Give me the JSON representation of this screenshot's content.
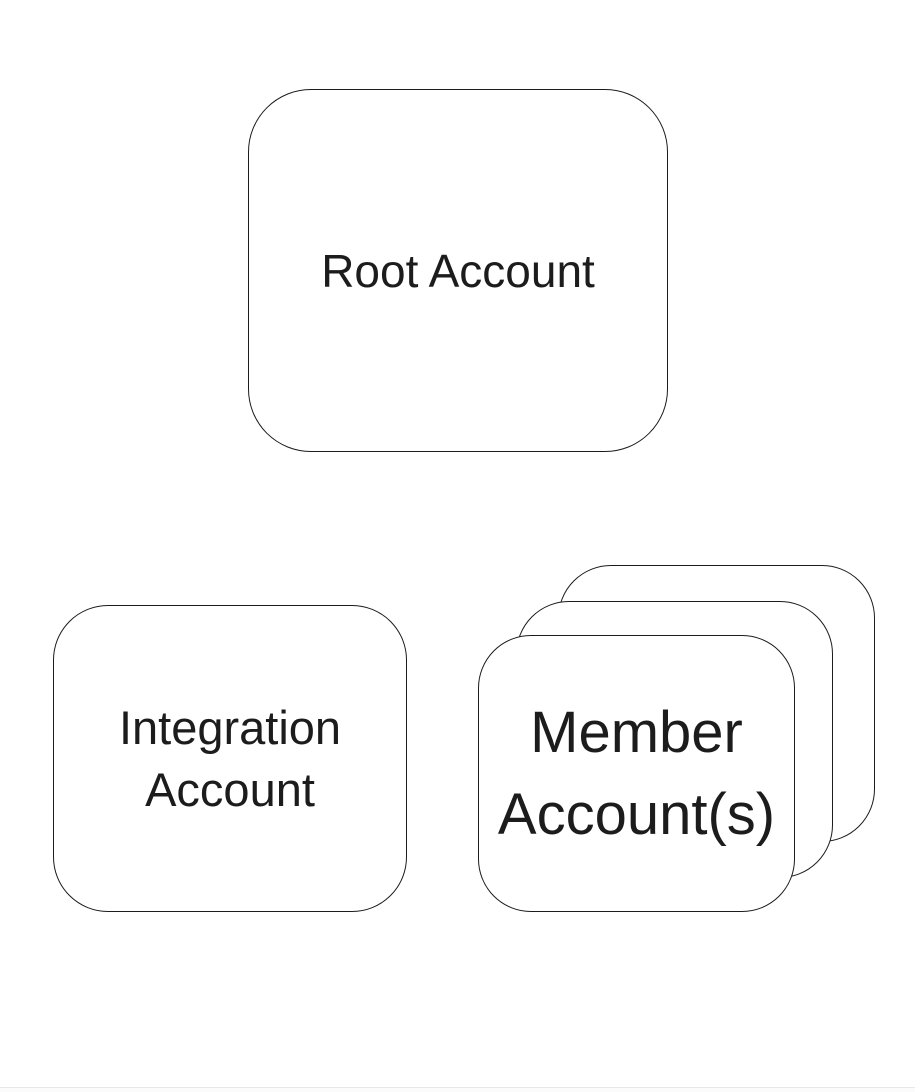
{
  "diagram": {
    "type": "account-structure-diagram",
    "background_color": "#ffffff",
    "stroke_color": "#1c1c1c",
    "text_color": "#1c1c1c",
    "nodes": [
      {
        "id": "root-account",
        "lines": [
          "Root Account"
        ]
      },
      {
        "id": "integration-account",
        "lines": [
          "Integration",
          "Account"
        ]
      },
      {
        "id": "member-accounts",
        "lines": [
          "Member",
          "Account(s)"
        ],
        "stacked": true,
        "stack_count": 3
      }
    ]
  }
}
